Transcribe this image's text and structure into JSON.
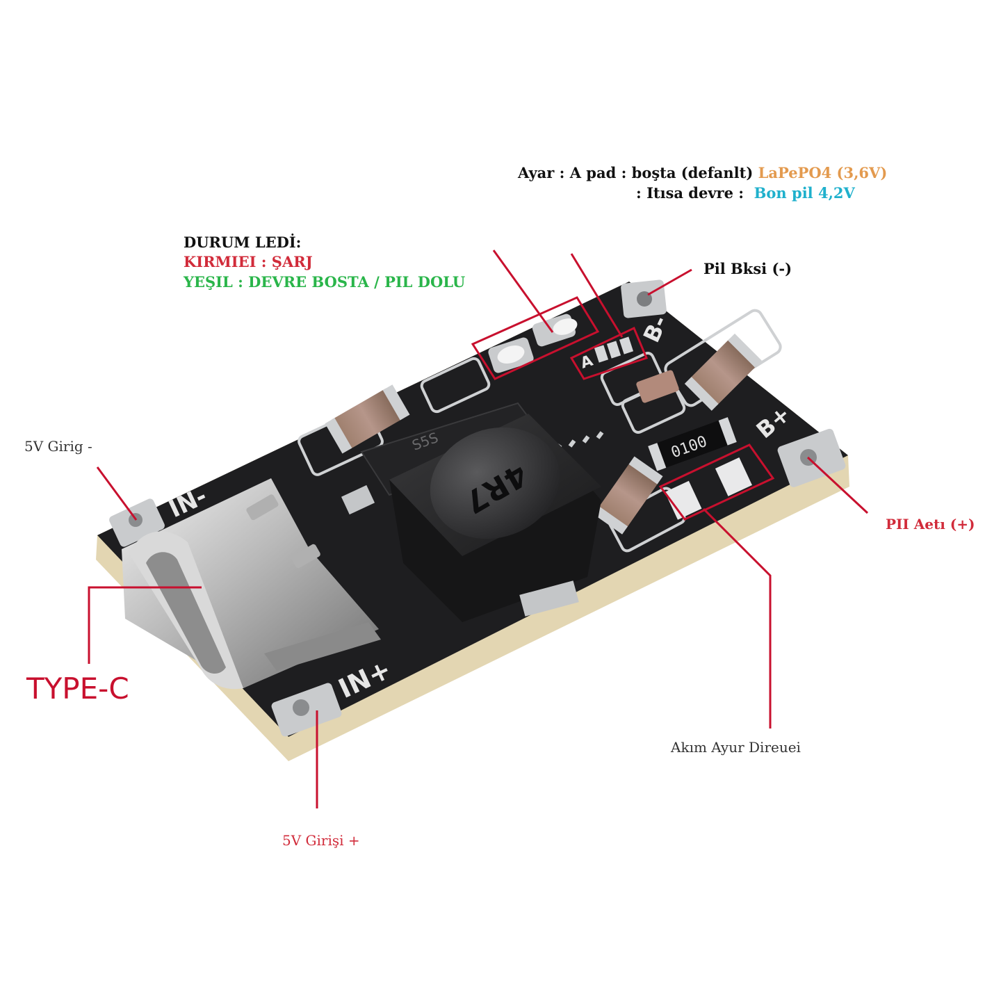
{
  "colors": {
    "pcb": "#1e1e20",
    "pcb_edge": "#e3d6b2",
    "pad": "#c9cbcd",
    "callout_red": "#c8102e",
    "orange": "#e39a4e",
    "cyan": "#1fb0cc",
    "green": "#2ab54a",
    "red_text": "#d12b3a"
  },
  "settings": {
    "line1_prefix": "Ayar : A pad : boşta (defanlt)",
    "line1_value": "LaPePO4 (3,6V)",
    "line2_prefix": ": Itısa devre :",
    "line2_value": "Bon pil 4,2V"
  },
  "status_led": {
    "title": "DURUM LEDİ:",
    "red_state": "KIRMIEI : ŞARJ",
    "green_state": "YEŞIL : DEVRE BOSTA / PIL DOLU"
  },
  "labels": {
    "battery_neg": "Pil Bksi (-)",
    "battery_pos": "PII Aetı (+)",
    "input_neg": "5V Girig -",
    "input_pos": "5V Girişi +",
    "connector": "TYPE-C",
    "current_resistor": "Akım Ayur Direuei"
  },
  "silkscreen": {
    "in_neg": "IN-",
    "in_pos": "IN+",
    "b_neg": "B-",
    "b_pos": "B+",
    "pad_a": "A",
    "inductor_code": "4R7",
    "resistor_code": "0100",
    "ic_code": "S5S"
  }
}
